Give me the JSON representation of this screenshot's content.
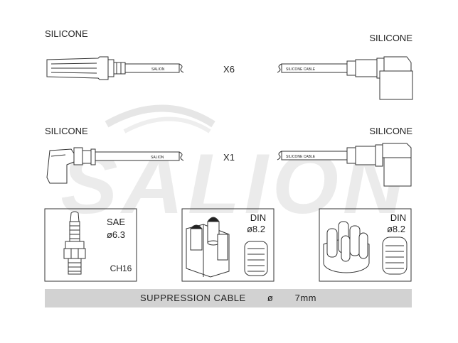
{
  "labels": {
    "top_left": "SILICONE",
    "top_right": "SILICONE",
    "mid_left": "SILICONE",
    "mid_right": "SILICONE"
  },
  "cables": {
    "row1_qty": "X6",
    "row2_qty": "X1",
    "left_print": "SALION",
    "right_print": "SILICONE CABLE"
  },
  "watermark": "SALION",
  "boxes": {
    "sae": {
      "title": "SAE",
      "size": "ø6.3",
      "code": "CH16"
    },
    "din_left": {
      "title": "DIN",
      "size": "ø8.2"
    },
    "din_right": {
      "title": "DIN",
      "size": "ø8.2"
    }
  },
  "footer": {
    "label": "SUPPRESSION CABLE",
    "symbol": "ø",
    "value": "7mm"
  }
}
